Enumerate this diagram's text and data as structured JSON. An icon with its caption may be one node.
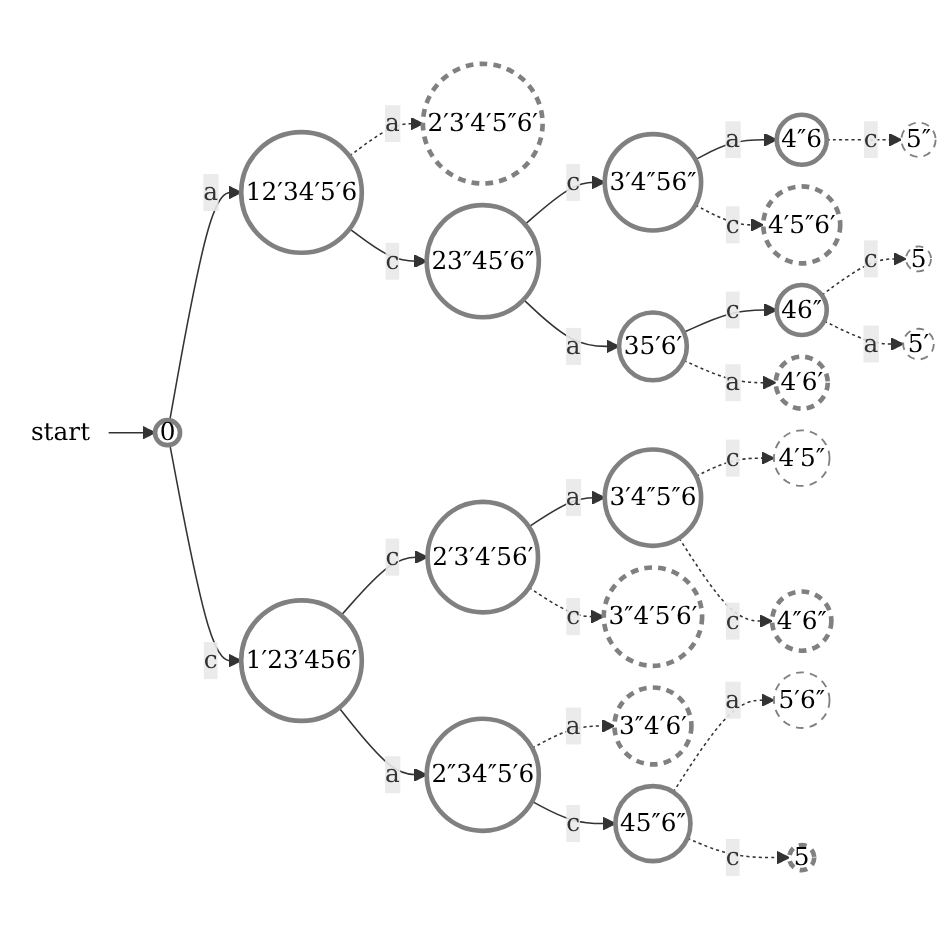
{
  "diagram": {
    "nodes": [
      {
        "text": [
          "start"
        ]
      },
      {
        "text": [
          "0"
        ]
      },
      {
        "text": [
          "12′34′5′6"
        ]
      },
      {
        "text": [
          "2′3′4′5″6′"
        ]
      },
      {
        "text": [
          "23″45′6″"
        ]
      },
      {
        "text": [
          "4″6"
        ]
      },
      {
        "text": [
          "5″"
        ]
      },
      {
        "text": [
          "3′4″56″"
        ]
      },
      {
        "text": [
          "4′5″6′"
        ]
      },
      {
        "text": [
          "35′6′"
        ]
      },
      {
        "text": [
          "46″"
        ]
      },
      {
        "text": [
          "5"
        ]
      },
      {
        "text": [
          "4′6′"
        ]
      },
      {
        "text": [
          "5′"
        ]
      },
      {
        "text": [
          "1′23′456′"
        ]
      },
      {
        "text": [
          "2′3′4′56′"
        ]
      },
      {
        "text": [
          "3′4″5″6"
        ]
      },
      {
        "text": [
          "4′5″"
        ]
      },
      {
        "text": [
          "4″6″"
        ]
      },
      {
        "text": [
          "3″4′5′6′"
        ]
      },
      {
        "text": [
          "2″34″5′6"
        ]
      },
      {
        "text": [
          "3″4′6′"
        ]
      },
      {
        "text": [
          "45″6″"
        ]
      },
      {
        "text": [
          "5′6″"
        ]
      },
      {
        "text": [
          "5"
        ]
      }
    ],
    "edges": [
      {
        "from": 0,
        "to": 1,
        "arrow": "to"
      },
      {
        "from": 1,
        "to": 2,
        "arrow": "to",
        "label": "a"
      },
      {
        "from": 1,
        "to": 14,
        "arrow": "to",
        "label": "c"
      },
      {
        "from": 2,
        "to": 3,
        "arrow": "to",
        "label": "a",
        "style": "dashed"
      },
      {
        "from": 2,
        "to": 4,
        "arrow": "to",
        "label": "c"
      },
      {
        "from": 4,
        "to": 7,
        "arrow": "to",
        "label": "c"
      },
      {
        "from": 4,
        "to": 9,
        "arrow": "to",
        "label": "a"
      },
      {
        "from": 7,
        "to": 5,
        "arrow": "to",
        "label": "a"
      },
      {
        "from": 5,
        "to": 6,
        "arrow": "to",
        "label": "c",
        "style": "dashed"
      },
      {
        "from": 7,
        "to": 8,
        "arrow": "to",
        "label": "c",
        "style": "dashed"
      },
      {
        "from": 9,
        "to": 10,
        "arrow": "to",
        "label": "c"
      },
      {
        "from": 9,
        "to": 12,
        "arrow": "to",
        "label": "a",
        "style": "dashed"
      },
      {
        "from": 10,
        "to": 11,
        "arrow": "to",
        "label": "c",
        "style": "dashed"
      },
      {
        "from": 10,
        "to": 13,
        "arrow": "to",
        "label": "a",
        "style": "dashed"
      },
      {
        "from": 14,
        "to": 15,
        "arrow": "to",
        "label": "c"
      },
      {
        "from": 14,
        "to": 20,
        "arrow": "to",
        "label": "a"
      },
      {
        "from": 15,
        "to": 16,
        "arrow": "to",
        "label": "a"
      },
      {
        "from": 15,
        "to": 19,
        "arrow": "to",
        "label": "c",
        "style": "dashed"
      },
      {
        "from": 16,
        "to": 17,
        "arrow": "to",
        "label": "c",
        "style": "dashed"
      },
      {
        "from": 16,
        "to": 18,
        "arrow": "to",
        "label": "c",
        "style": "dashed"
      },
      {
        "from": 20,
        "to": 21,
        "arrow": "to",
        "label": "a",
        "style": "dashed"
      },
      {
        "from": 20,
        "to": 22,
        "arrow": "to",
        "label": "c"
      },
      {
        "from": 22,
        "to": 23,
        "arrow": "to",
        "label": "a",
        "style": "dashed"
      },
      {
        "from": 22,
        "to": 24,
        "arrow": "to",
        "label": "c",
        "style": "dashed"
      }
    ]
  }
}
